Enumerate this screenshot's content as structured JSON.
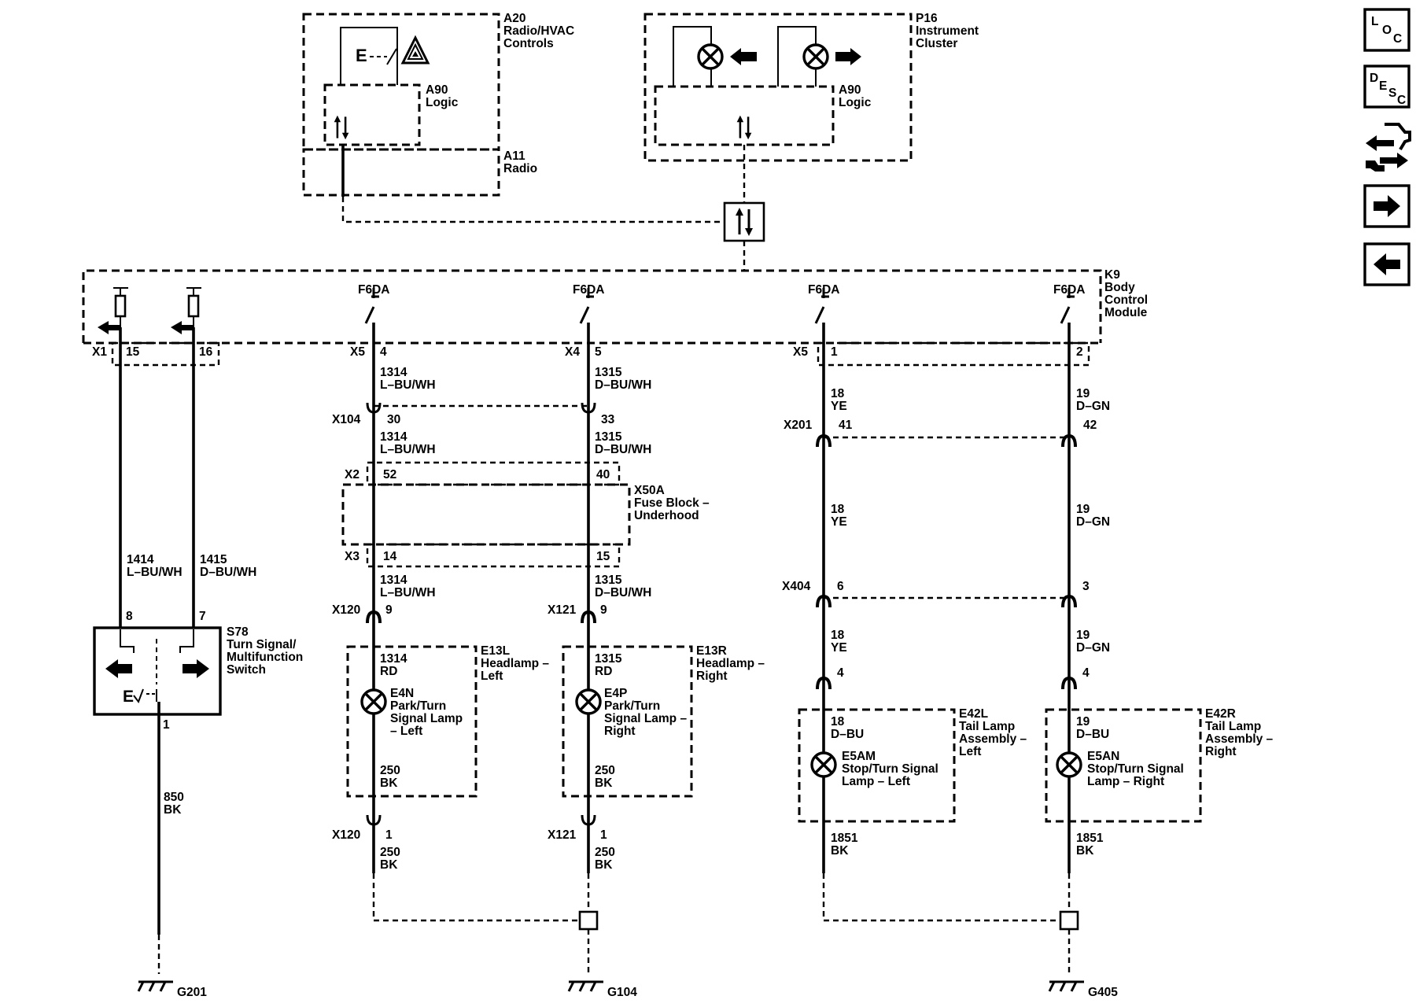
{
  "modules": {
    "a20": {
      "ref": "A20",
      "name1": "Radio/HVAC",
      "name2": "Controls"
    },
    "a90_left": {
      "ref": "A90",
      "name": "Logic"
    },
    "a11": {
      "ref": "A11",
      "name": "Radio"
    },
    "p16": {
      "ref": "P16",
      "name1": "Instrument",
      "name2": "Cluster"
    },
    "a90_right": {
      "ref": "A90",
      "name": "Logic"
    },
    "k9": {
      "ref": "K9",
      "name1": "Body",
      "name2": "Control",
      "name3": "Module"
    },
    "x50a": {
      "ref": "X50A",
      "name1": "Fuse Block –",
      "name2": "Underhood"
    },
    "s78": {
      "ref": "S78",
      "name1": "Turn Signal/",
      "name2": "Multifunction",
      "name3": "Switch"
    },
    "e13l": {
      "ref": "E13L",
      "name1": "Headlamp –",
      "name2": "Left"
    },
    "e13r": {
      "ref": "E13R",
      "name1": "Headlamp –",
      "name2": "Right"
    },
    "e42l": {
      "ref": "E42L",
      "name1": "Tail Lamp",
      "name2": "Assembly –",
      "name3": "Left"
    },
    "e42r": {
      "ref": "E42R",
      "name1": "Tail Lamp",
      "name2": "Assembly –",
      "name3": "Right"
    }
  },
  "lamps": {
    "e4n": {
      "ref": "E4N",
      "l1": "Park/Turn",
      "l2": "Signal Lamp",
      "l3": "– Left"
    },
    "e4p": {
      "ref": "E4P",
      "l1": "Park/Turn",
      "l2": "Signal Lamp –",
      "l3": "Right"
    },
    "e5am_l": {
      "ref": "E5AM",
      "l1": "Stop/Turn Signal",
      "l2": "Lamp – Left"
    },
    "e5an_r": {
      "ref": "E5AN",
      "l1": "Stop/Turn Signal",
      "l2": "Lamp – Right"
    }
  },
  "fuse_label": "F6DA",
  "connectors": {
    "x1": "X1",
    "x5": "X5",
    "x4": "X4",
    "x104": "X104",
    "x2": "X2",
    "x3": "X3",
    "x120": "X120",
    "x121": "X121",
    "x201": "X201",
    "x404": "X404"
  },
  "pins": {
    "p15": "15",
    "p16": "16",
    "p4": "4",
    "p5": "5",
    "p1": "1",
    "p2": "2",
    "p30": "30",
    "p33": "33",
    "p52": "52",
    "p40": "40",
    "p14": "14",
    "p15b": "15",
    "p9": "9",
    "p41": "41",
    "p42": "42",
    "p6": "6",
    "p3": "3",
    "p8": "8",
    "p7": "7"
  },
  "wires": {
    "c1314": "1314",
    "c1315": "1315",
    "c1414": "1414",
    "c1415": "1415",
    "c18": "18",
    "c19": "19",
    "c250": "250",
    "c850": "850",
    "c1851": "1851",
    "lbuwh": "L–BU/WH",
    "dbuwh": "D–BU/WH",
    "ye": "YE",
    "dgn": "D–GN",
    "rd": "RD",
    "bk": "BK",
    "dbu": "D–BU"
  },
  "grounds": {
    "g201": "G201",
    "g104": "G104",
    "g405": "G405"
  },
  "nav": {
    "loc": {
      "l1": "L",
      "l2": "O",
      "l3": "C"
    },
    "desc": {
      "l1": "D",
      "l2": "E",
      "l3": "S",
      "l4": "C"
    }
  }
}
